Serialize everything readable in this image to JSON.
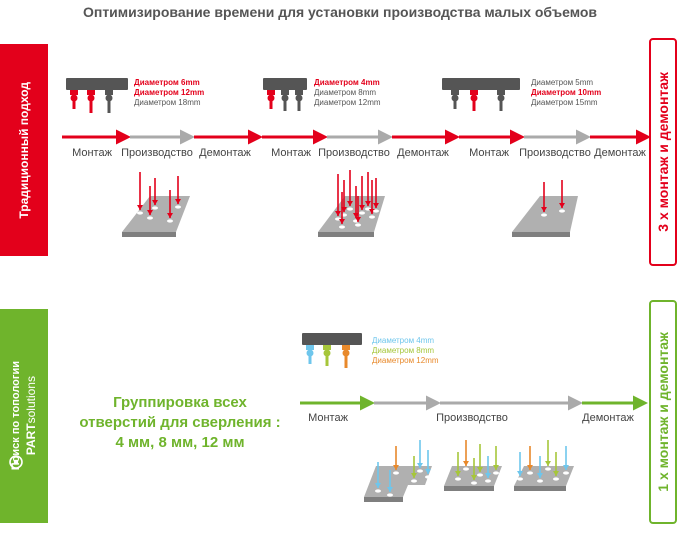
{
  "title": "Оптимизирование времени для установки производства малых объемов",
  "traditional": {
    "label": "Традиционный подход",
    "result": "3 х монтаж и демонтаж",
    "stages": [
      "Монтаж",
      "Производство",
      "Демонтаж",
      "Монтаж",
      "Производство",
      "Демонтаж",
      "Монтаж",
      "Производство",
      "Демонтаж"
    ],
    "groups": [
      {
        "diameters": [
          "Диаметром 6mm",
          "Диаметром 12mm",
          "Диаметром 18mm"
        ]
      },
      {
        "diameters": [
          "Диаметром 4mm",
          "Диаметром 8mm",
          "Диаметром 12mm"
        ]
      },
      {
        "diameters": [
          "Диаметром 5mm",
          "Диаметром 10mm",
          "Диаметром 15mm"
        ]
      }
    ]
  },
  "partsolutions": {
    "label": "Поиск по топологии",
    "brand": {
      "part": "PART",
      "solutions": "solutions"
    },
    "result": "1 х монтаж и демонтаж",
    "grouping": [
      "Группировка всех",
      "отверстий для сверления :",
      "4 мм, 8 мм, 12 мм"
    ],
    "stages": [
      "Монтаж",
      "Производство",
      "Демонтаж"
    ],
    "diameters": [
      "Диаметром 4mm",
      "Диаметром 8mm",
      "Диаметром 12mm"
    ]
  },
  "colors": {
    "red": "#e3001b",
    "green": "#6fb42c",
    "gray": "#aaaaaa",
    "dark": "#555555",
    "blue": "#6ec6ec",
    "lime": "#a6c63a",
    "orange": "#e8892b"
  }
}
